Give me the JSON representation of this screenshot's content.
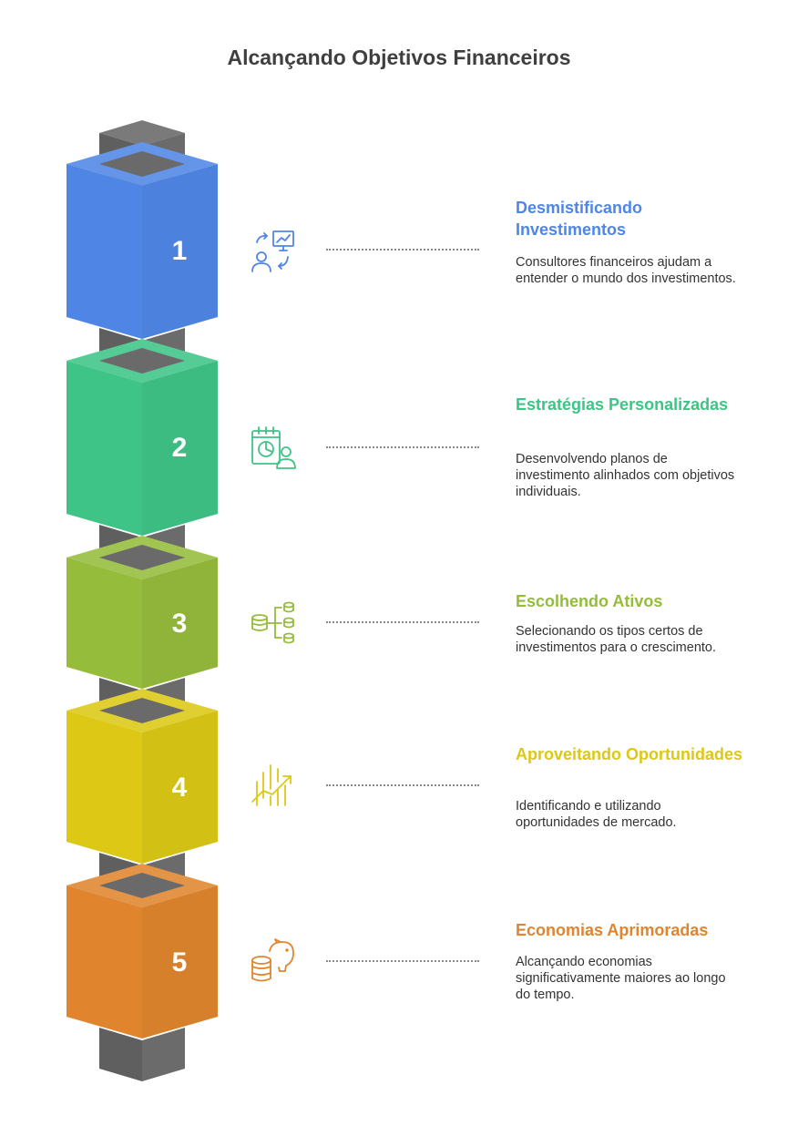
{
  "title": "Alcançando Objetivos Financeiros",
  "colors": {
    "connector_dark": "#5f5f5f",
    "connector_light": "#7a7a7a"
  },
  "steps": [
    {
      "number": "1",
      "title": "Desmistificando Investimentos",
      "description": "Consultores financeiros ajudam a entender o mundo dos investimentos.",
      "color": "#4f86e6",
      "icon": "advisor-presentation-icon"
    },
    {
      "number": "2",
      "title": "Estratégias Personalizadas",
      "description": "Desenvolvendo planos de investimento alinhados com objetivos individuais.",
      "color": "#3ec486",
      "icon": "calendar-chart-user-icon"
    },
    {
      "number": "3",
      "title": "Escolhendo Ativos",
      "description": "Selecionando os tipos certos de investimentos para o crescimento.",
      "color": "#95bc3b",
      "icon": "database-tree-icon"
    },
    {
      "number": "4",
      "title": "Aproveitando Oportunidades",
      "description": "Identificando e utilizando oportunidades de mercado.",
      "color": "#dcc815",
      "icon": "trend-up-chart-icon"
    },
    {
      "number": "5",
      "title": "Economias Aprimoradas",
      "description": "Alcançando economias significativamente maiores ao longo do tempo.",
      "color": "#e0852e",
      "icon": "piggy-bank-coins-icon"
    }
  ]
}
